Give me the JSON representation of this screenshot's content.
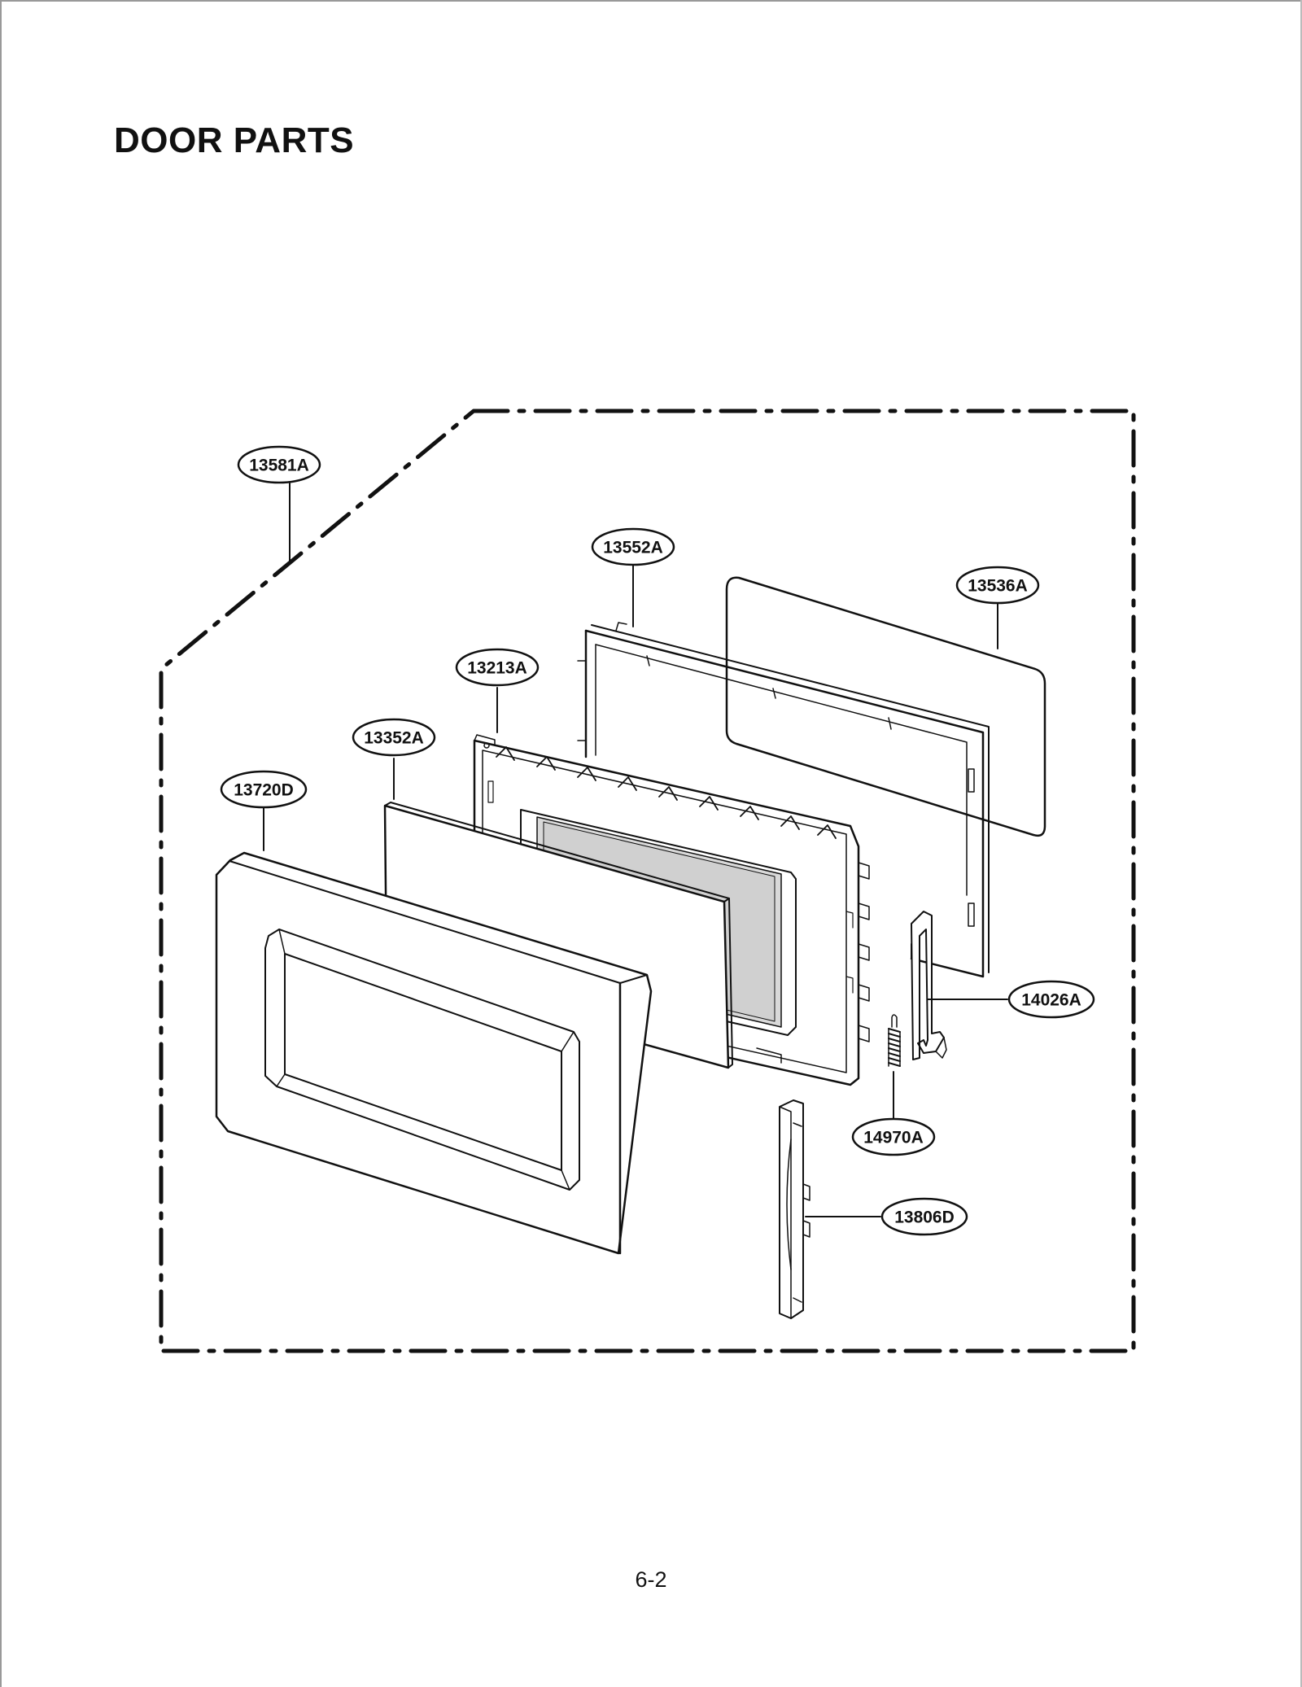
{
  "title": "DOOR PARTS",
  "page_number": "6-2",
  "callouts": [
    {
      "id": "assembly",
      "label": "13581A"
    },
    {
      "id": "choke-cover",
      "label": "13552A"
    },
    {
      "id": "door-screen",
      "label": "13536A"
    },
    {
      "id": "door-frame",
      "label": "13213A"
    },
    {
      "id": "glass",
      "label": "13352A"
    },
    {
      "id": "front-panel",
      "label": "13720D"
    },
    {
      "id": "latch-hook",
      "label": "14026A"
    },
    {
      "id": "spring",
      "label": "14970A"
    },
    {
      "id": "handle",
      "label": "13806D"
    }
  ]
}
